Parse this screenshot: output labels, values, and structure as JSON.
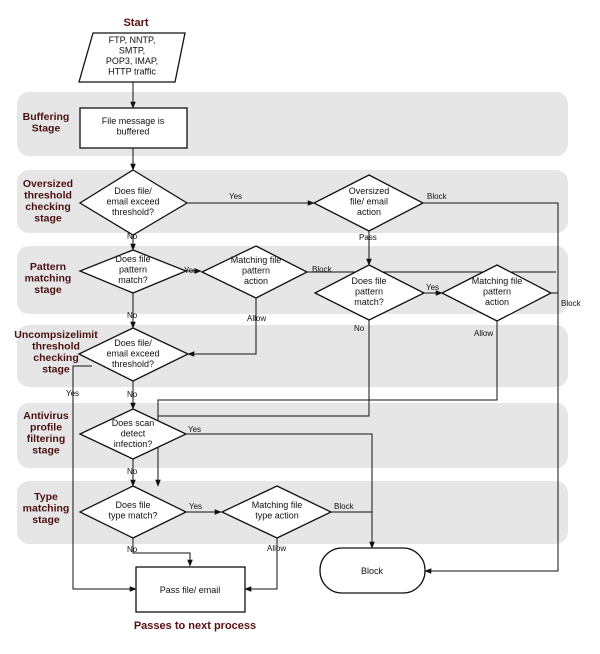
{
  "title": "Start",
  "footer": "Passes to next process",
  "stages": [
    {
      "id": "buffering",
      "label": [
        "Buffering",
        "Stage"
      ]
    },
    {
      "id": "oversized",
      "label": [
        "Oversized",
        "threshold",
        "checking",
        "stage"
      ]
    },
    {
      "id": "pattern",
      "label": [
        "Pattern",
        "matching",
        "stage"
      ]
    },
    {
      "id": "uncomp",
      "label": [
        "Uncompsizelimit",
        "threshold",
        "checking",
        "stage"
      ]
    },
    {
      "id": "antivirus",
      "label": [
        "Antivirus",
        "profile",
        "filtering",
        "stage"
      ]
    },
    {
      "id": "type",
      "label": [
        "Type",
        "matching",
        "stage"
      ]
    }
  ],
  "nodes": {
    "input": [
      "FTP, NNTP,",
      "SMTP,",
      "POP3, IMAP,",
      "HTTP traffic"
    ],
    "buffered": [
      "File message is",
      "buffered"
    ],
    "d_oversize": [
      "Does file/",
      "email exceed",
      "threshold?"
    ],
    "a_oversize": [
      "Oversized",
      "file/ email",
      "action"
    ],
    "d_pattern1": [
      "Does file",
      "pattern",
      "match?"
    ],
    "a_pattern1": [
      "Matching file",
      "pattern",
      "action"
    ],
    "d_pattern2": [
      "Does file",
      "pattern",
      "match?"
    ],
    "a_pattern2": [
      "Matching file",
      "pattern",
      "action"
    ],
    "d_uncomp": [
      "Does file/",
      "email exceed",
      "threshold?"
    ],
    "d_av": [
      "Does scan",
      "detect",
      "infection?"
    ],
    "d_type": [
      "Does file",
      "type match?"
    ],
    "a_type": [
      "Matching file",
      "type action"
    ],
    "pass": [
      "Pass file/ email"
    ],
    "block": [
      "Block"
    ]
  },
  "edge_labels": {
    "yes": "Yes",
    "no": "No",
    "block": "Block",
    "pass": "Pass",
    "allow": "Allow"
  },
  "colors": {
    "lane": "#e6e6e6",
    "stage_label": "#4a1010",
    "line": "#111111"
  }
}
